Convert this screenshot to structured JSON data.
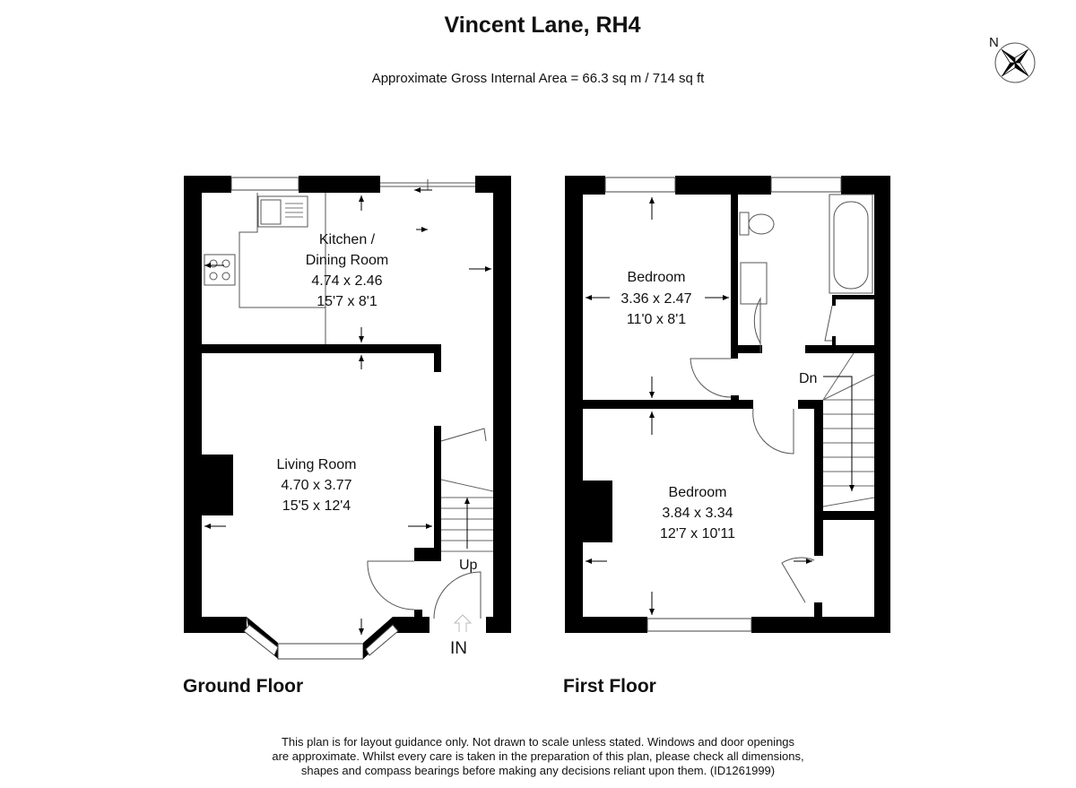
{
  "title": "Vincent Lane, RH4",
  "subtitle": "Approximate Gross Internal Area = 66.3 sq m / 714 sq ft",
  "compass": {
    "label": "N",
    "icon": "compass-rose-icon"
  },
  "ground_floor": {
    "label": "Ground Floor",
    "rooms": [
      {
        "name_line1": "Kitchen /",
        "name_line2": "Dining Room",
        "metric": "4.74 x 2.46",
        "imperial": "15'7 x 8'1"
      },
      {
        "name_line1": "Living Room",
        "metric": "4.70 x 3.77",
        "imperial": "15'5 x 12'4"
      }
    ],
    "stairs_label": "Up",
    "entrance_label": "IN"
  },
  "first_floor": {
    "label": "First Floor",
    "rooms": [
      {
        "name_line1": "Bedroom",
        "metric": "3.36 x 2.47",
        "imperial": "11'0 x 8'1"
      },
      {
        "name_line1": "Bedroom",
        "metric": "3.84 x 3.34",
        "imperial": "12'7 x 10'11"
      }
    ],
    "stairs_label": "Dn"
  },
  "disclaimer": {
    "line1": "This plan is for layout guidance only. Not drawn to scale unless stated. Windows and door openings",
    "line2": "are approximate. Whilst every care is taken in the preparation of this plan, please check all dimensions,",
    "line3": "shapes and compass bearings before making any decisions reliant upon them. (ID1261999)"
  }
}
